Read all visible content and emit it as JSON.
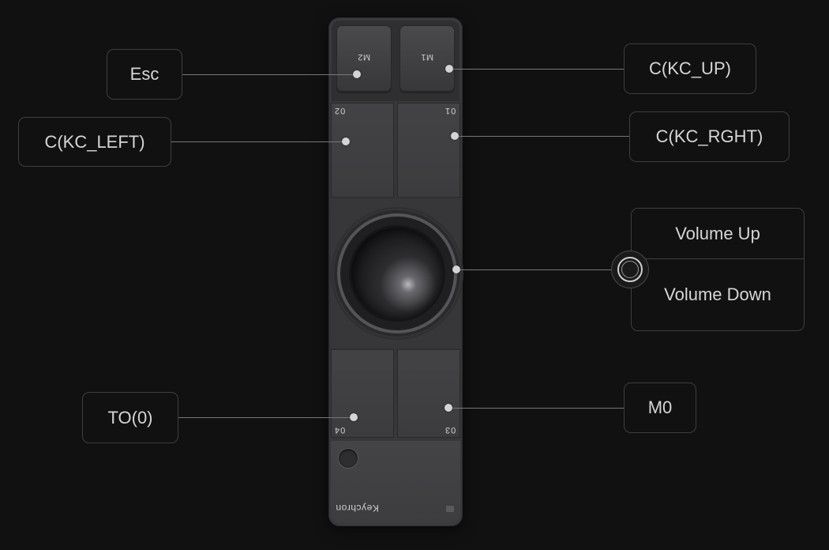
{
  "device": {
    "brand": "Keychron",
    "keys": {
      "m1": "M1",
      "m2": "M2",
      "b01": "01",
      "b02": "02",
      "b03": "03",
      "b04": "04"
    }
  },
  "assignments": {
    "m2": "Esc",
    "m1": "C(KC_UP)",
    "b02": "C(KC_LEFT)",
    "b01": "C(KC_RGHT)",
    "knob_up": "Volume Up",
    "knob_down": "Volume Down",
    "b04": "TO(0)",
    "b03": "M0"
  },
  "icons": {
    "knob": "knob-icon"
  },
  "colors": {
    "background": "#111112",
    "device": "#3a3a3c",
    "label_border": "#3e3e42",
    "label_text": "#d6d6d8",
    "dot": "#d4d4d6",
    "connector": "#77777b"
  }
}
